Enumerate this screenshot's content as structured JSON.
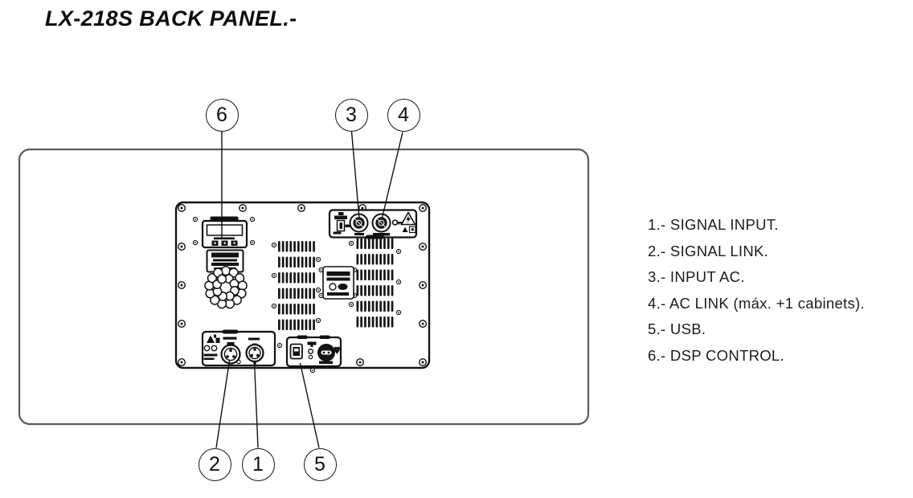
{
  "title": "LX-218S BACK PANEL.-",
  "legend": {
    "items": [
      "1.- SIGNAL INPUT.",
      "2.- SIGNAL LINK.",
      "3.- INPUT AC.",
      "4.- AC LINK (máx. +1 cabinets).",
      "5.- USB.",
      "6.- DSP CONTROL."
    ]
  },
  "callouts": {
    "top": [
      "6",
      "3",
      "4"
    ],
    "bottom": [
      "2",
      "1",
      "5"
    ]
  },
  "diagram": {
    "components": [
      "dsp-control-module",
      "serial-label-plate",
      "fan-grille",
      "vent-grid-left",
      "vent-grid-right",
      "certification-label",
      "ac-plate",
      "circuit-breaker-icon",
      "powercon-input-ac-connector",
      "powercon-ac-link-connector",
      "key-icon",
      "warning-triangle-icon",
      "signal-plate",
      "xlr-signal-link-connector",
      "xlr-signal-input-connector",
      "usb-plate",
      "usb-port",
      "data-connector"
    ]
  },
  "colors": {
    "ink": "#111111",
    "cabinet_outline": "#5b5b5b",
    "background": "#ffffff"
  }
}
